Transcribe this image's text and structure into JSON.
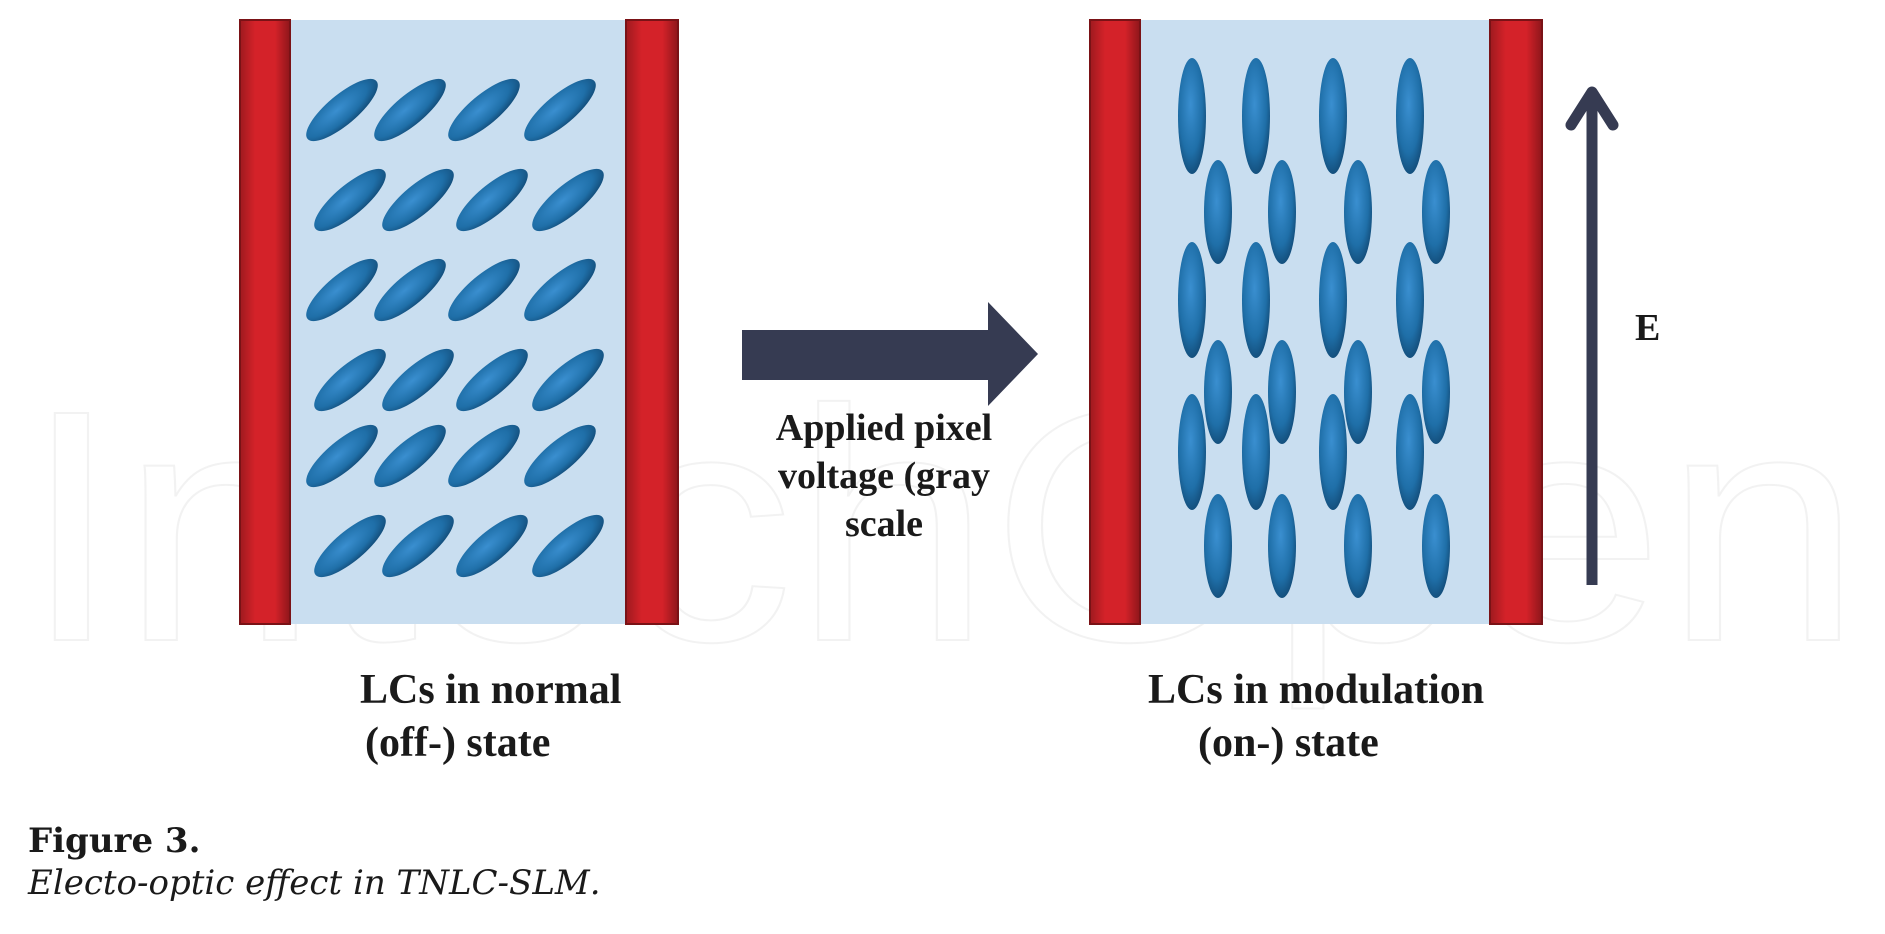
{
  "watermark": {
    "text": "IntechOpen"
  },
  "left_cell": {
    "caption_lines": [
      "LCs in normal",
      "(off-) state"
    ],
    "molecule_orientation": "tilted"
  },
  "arrow": {
    "label_lines": [
      "Applied pixel",
      "voltage (gray",
      "scale"
    ]
  },
  "right_cell": {
    "caption_lines": [
      "LCs in modulation",
      "(on-) state"
    ],
    "molecule_orientation": "vertical"
  },
  "field": {
    "label": "E"
  },
  "caption": {
    "title": "Figure 3.",
    "text": "Electo-optic effect in TNLC-SLM."
  },
  "colors": {
    "electrode": "#cc2027",
    "cell_fill": "#c9def0",
    "molecule": "#1f6fa8",
    "arrow": "#363b52"
  },
  "icons": [
    "right-arrow-icon",
    "up-arrow-icon"
  ]
}
